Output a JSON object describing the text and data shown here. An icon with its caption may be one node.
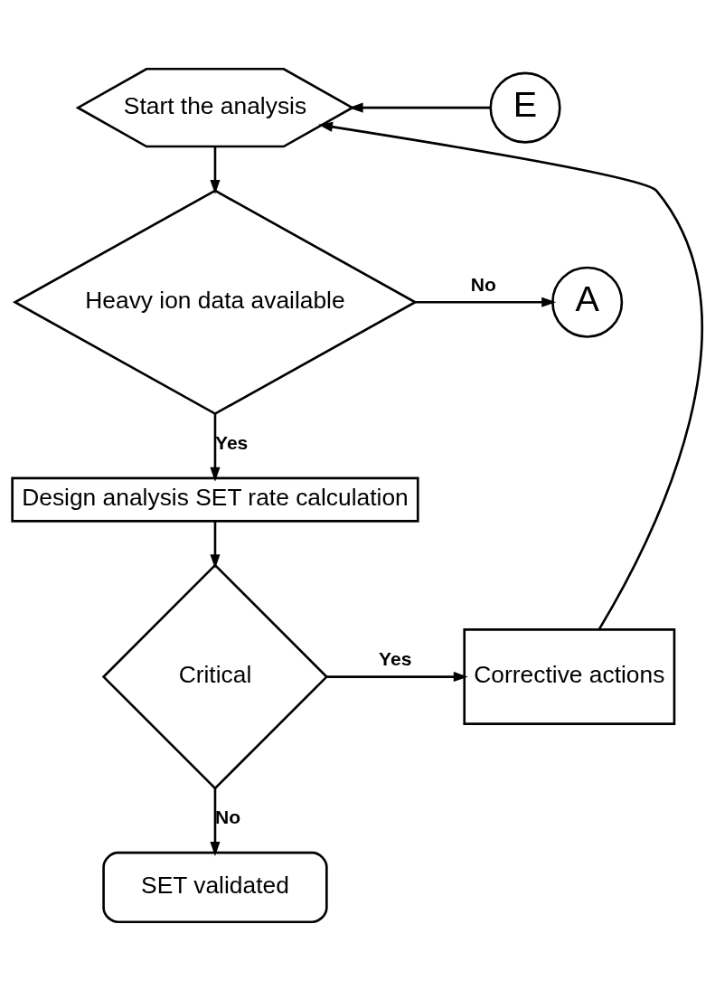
{
  "diagram": {
    "nodes": [
      {
        "text": [
          "Start the analysis"
        ]
      },
      {
        "text": [
          "E"
        ]
      },
      {
        "text": [
          "Heavy ion data available"
        ]
      },
      {
        "text": [
          "A"
        ]
      },
      {
        "text": [
          "Design analysis SET rate calculation"
        ]
      },
      {
        "text": [
          "Critical"
        ]
      },
      {
        "text": [
          "Corrective actions"
        ]
      },
      {
        "text": [
          "SET validated"
        ]
      }
    ],
    "edges": [
      {
        "from": 1,
        "to": 0,
        "arrow": "to"
      },
      {
        "from": 6,
        "to": 0,
        "arrow": "to"
      },
      {
        "from": 0,
        "to": 2,
        "arrow": "to"
      },
      {
        "from": 2,
        "to": 3,
        "arrow": "to",
        "label": "No"
      },
      {
        "from": 2,
        "to": 4,
        "arrow": "to",
        "label": "Yes"
      },
      {
        "from": 4,
        "to": 5,
        "arrow": "to"
      },
      {
        "from": 5,
        "to": 6,
        "arrow": "to",
        "label": "Yes"
      },
      {
        "from": 5,
        "to": 7,
        "arrow": "to",
        "label": "No"
      }
    ]
  }
}
